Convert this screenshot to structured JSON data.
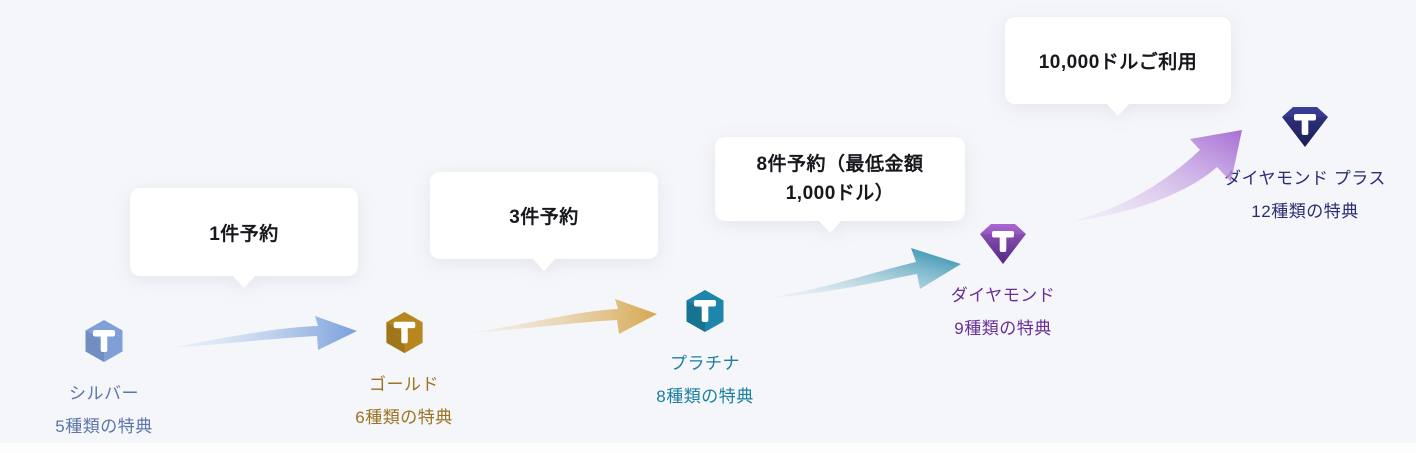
{
  "page": {
    "background": "#f5f6fa"
  },
  "tiers": [
    {
      "id": "silver",
      "name": "シルバー",
      "benefits": "5種類の特典",
      "text_color": "#5b76ab",
      "icon_color": "#7f9fd6",
      "icon_shape": "hexagon"
    },
    {
      "id": "gold",
      "name": "ゴールド",
      "benefits": "6種類の特典",
      "text_color": "#9c7322",
      "icon_color": "#b6871e",
      "icon_shape": "hexagon"
    },
    {
      "id": "platinum",
      "name": "プラチナ",
      "benefits": "8種類の特典",
      "text_color": "#1b7fa0",
      "icon_color": "#1d86aa",
      "icon_shape": "hexagon"
    },
    {
      "id": "diamond",
      "name": "ダイヤモンド",
      "benefits": "9種類の特典",
      "text_color": "#6a2f96",
      "icon_color": "#8a4cc0",
      "icon_shape": "diamond"
    },
    {
      "id": "diamond-plus",
      "name": "ダイヤモンド プラス",
      "benefits": "12種類の特典",
      "text_color": "#2b2d74",
      "icon_color": "#272c73",
      "icon_shape": "diamond"
    }
  ],
  "bubbles": [
    {
      "text": "1件予約"
    },
    {
      "text": "3件予約"
    },
    {
      "line1": "8件予約（最低金額",
      "line2": "1,000ドル）"
    },
    {
      "text": "10,000ドルご利用"
    }
  ],
  "arrows": [
    {
      "name": "silver-to-gold",
      "color": "#79a0db"
    },
    {
      "name": "gold-to-platinum",
      "color": "#d7a74e"
    },
    {
      "name": "platinum-to-diamond",
      "color": "#1f86a8"
    },
    {
      "name": "diamond-to-diamond-plus",
      "color": "#a76fd4"
    }
  ]
}
